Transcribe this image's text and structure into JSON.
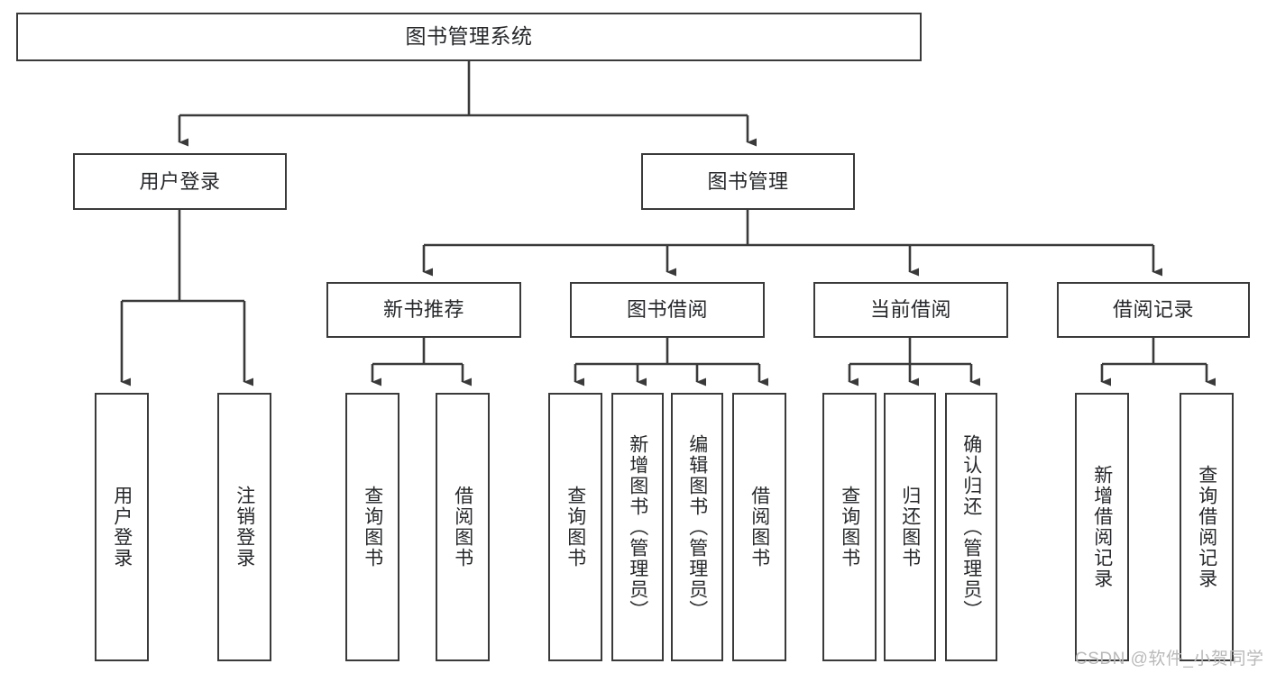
{
  "diagram": {
    "title": "图书管理系统",
    "watermark": "CSDN @软件_小贺同学",
    "line_color": "#3a3a3a",
    "text_color": "#26282b",
    "background": "#ffffff",
    "levels": {
      "root": {
        "label": "图书管理系统"
      },
      "level2": [
        {
          "label": "用户登录"
        },
        {
          "label": "图书管理"
        }
      ],
      "level3": [
        {
          "label": "新书推荐"
        },
        {
          "label": "图书借阅"
        },
        {
          "label": "当前借阅"
        },
        {
          "label": "借阅记录"
        }
      ],
      "leaves_user_login": [
        {
          "label": "用户登录"
        },
        {
          "label": "注销登录"
        }
      ],
      "leaves_new_book": [
        {
          "label": "查询图书"
        },
        {
          "label": "借阅图书"
        }
      ],
      "leaves_borrow": [
        {
          "label": "查询图书"
        },
        {
          "label": "新增图书（管理员）"
        },
        {
          "label": "编辑图书（管理员）"
        },
        {
          "label": "借阅图书"
        }
      ],
      "leaves_current": [
        {
          "label": "查询图书"
        },
        {
          "label": "归还图书"
        },
        {
          "label": "确认归还（管理员）"
        }
      ],
      "leaves_records": [
        {
          "label": "新增借阅记录"
        },
        {
          "label": "查询借阅记录"
        }
      ]
    }
  }
}
